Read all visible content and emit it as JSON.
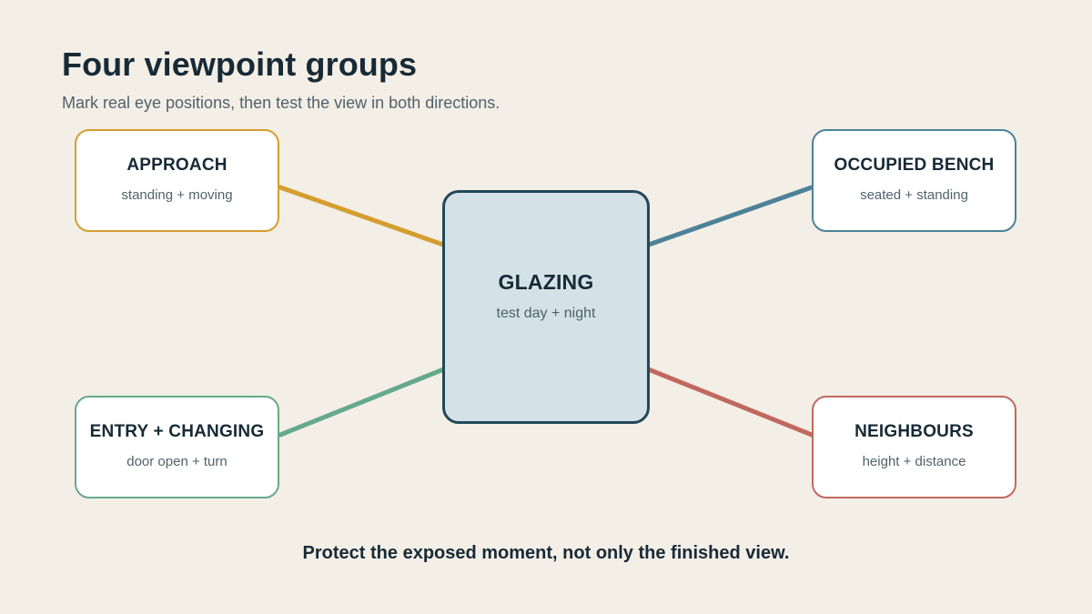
{
  "header": {
    "title": "Four viewpoint groups",
    "subtitle": "Mark real eye positions, then test the view in both directions."
  },
  "center": {
    "title": "GLAZING",
    "subtitle": "test day + night",
    "fill": "#d4e1e6",
    "border": "#23485a"
  },
  "groups": [
    {
      "id": "approach",
      "title": "APPROACH",
      "subtitle": "standing + moving",
      "color": "#d49e2e"
    },
    {
      "id": "occupied-bench",
      "title": "OCCUPIED BENCH",
      "subtitle": "seated + standing",
      "color": "#4c8298"
    },
    {
      "id": "entry-changing",
      "title": "ENTRY + CHANGING",
      "subtitle": "door open + turn",
      "color": "#66a98a"
    },
    {
      "id": "neighbours",
      "title": "NEIGHBOURS",
      "subtitle": "height + distance",
      "color": "#c0685f"
    }
  ],
  "footer": {
    "takeaway": "Protect the exposed moment, not only the finished view."
  }
}
